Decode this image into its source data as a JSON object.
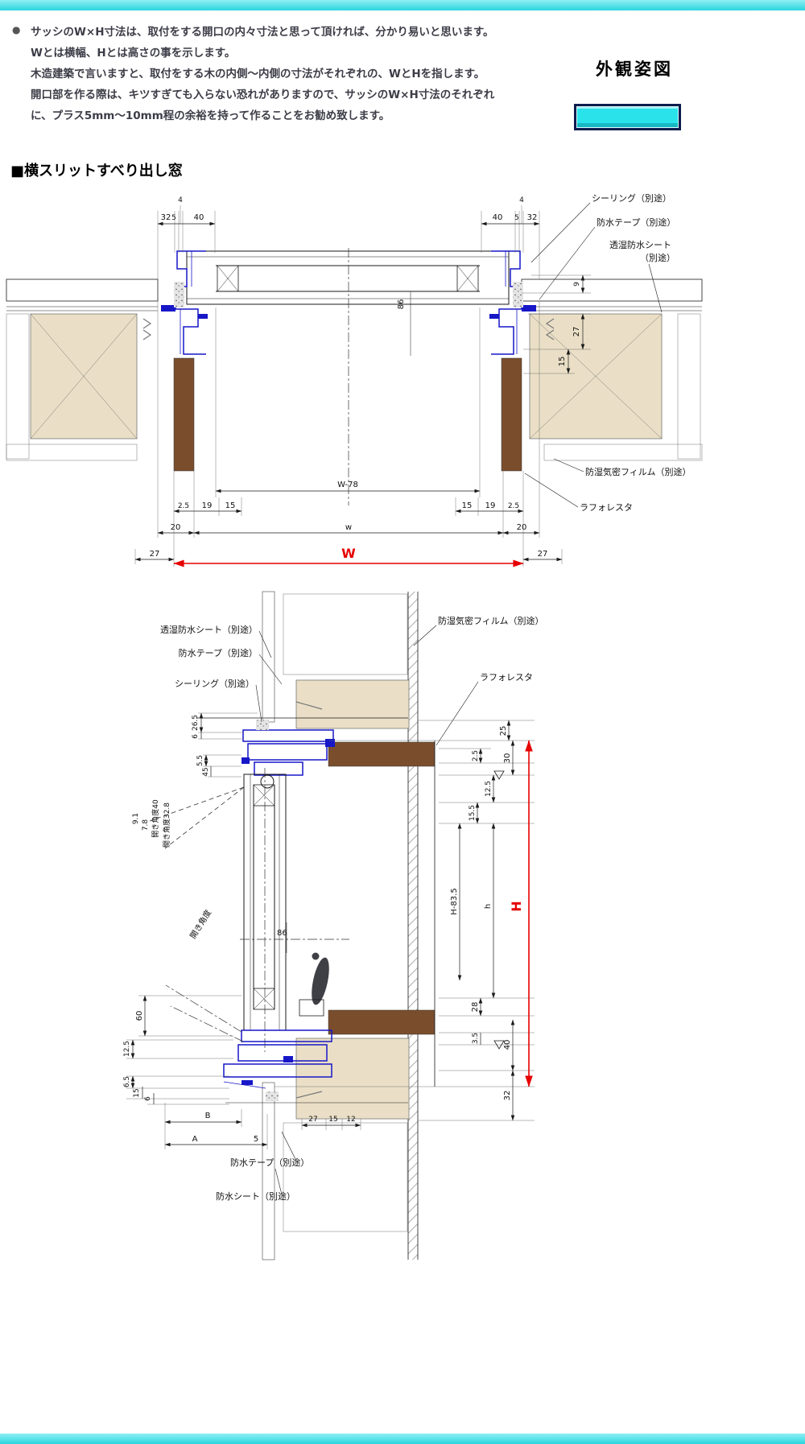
{
  "colors": {
    "accent_cyan": "#2bd6df",
    "frame_blue": "#1717c8",
    "dimension_red": "#e60000",
    "wood_tan": "#eadfc6",
    "jamb_brown": "#7a4e2d"
  },
  "intro": {
    "bullet": "●",
    "lines": [
      "サッシのW×H寸法は、取付をする開口の内々寸法と思って頂ければ、分かり易いと思います。",
      "Wとは横幅、Hとは高さの事を示します。",
      "木造建築で言いますと、取付をする木の内側～内側の寸法がそれぞれの、WとHを指します。",
      "開口部を作る際は、キツすぎても入らない恐れがありますので、サッシのW×H寸法のそれぞれ",
      "に、プラス5mm～10mm程の余裕を持って作ることをお勧め致します。"
    ]
  },
  "appearance": {
    "title": "外観姿図"
  },
  "section": {
    "title": "■横スリットすべり出し窓"
  },
  "hsec": {
    "labels": {
      "sealing": "シーリング（別途）",
      "tape": "防水テープ（別途）",
      "sheet1": "透湿防水シート",
      "sheet2": "（別途）",
      "film": "防湿気密フィルム（別途）",
      "laforesta": "ラフォレスタ"
    },
    "dims": {
      "top_left": [
        "32",
        "5",
        "4",
        "40"
      ],
      "top_right": [
        "40",
        "5",
        "4",
        "32"
      ],
      "glass": "86",
      "side": [
        "9",
        "27",
        "15"
      ],
      "w78": "W-78",
      "bot_left": [
        "2.5",
        "19",
        "15"
      ],
      "bot_right": [
        "15",
        "19",
        "2.5"
      ],
      "m20l": "20",
      "mw": "w",
      "m20r": "20",
      "m27l": "27",
      "W": "W",
      "m27r": "27"
    }
  },
  "vsec": {
    "labels": {
      "sheet": "透湿防水シート（別途）",
      "tape": "防水テープ（別途）",
      "sealing": "シーリング（別途）",
      "film": "防湿気密フィルム（別途）",
      "laforesta": "ラフォレスタ",
      "angle": "開き角度",
      "angle40": "開き角度40",
      "angle328": "開き角度32.8",
      "tape_bottom": "防水テープ（別途）",
      "sheet_bottom": "防水シート（別途）"
    },
    "dims": {
      "d265": "26.5",
      "d6t": "6",
      "d55": "5.5",
      "d45": "45",
      "d91": "9.1",
      "d78": "7.8",
      "glass": "86",
      "d25": "25",
      "d25r": "2.5",
      "d30": "30",
      "d125r": "12.5",
      "d155": "15.5",
      "h835": "H-83.5",
      "dh": "h",
      "H": "H",
      "d28": "28",
      "d35": "3.5",
      "d40": "40",
      "d32": "32",
      "d60": "60",
      "d125l": "12.5",
      "d65": "6.5",
      "d15l": "15",
      "d6b": "6",
      "B": "B",
      "A": "A",
      "d5": "5",
      "d27b": "27",
      "d15b": "15",
      "d12b": "12"
    }
  }
}
